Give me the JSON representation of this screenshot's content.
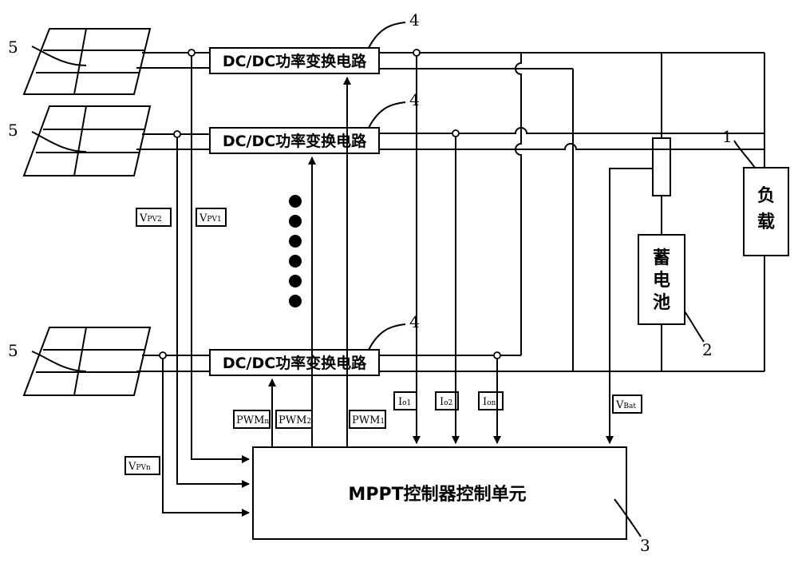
{
  "converters": [
    {
      "label": "DC/DC功率变换电路",
      "ref": "4"
    },
    {
      "label": "DC/DC功率变换电路",
      "ref": "4"
    },
    {
      "label": "DC/DC功率变换电路",
      "ref": "4"
    }
  ],
  "panels": [
    {
      "ref": "5"
    },
    {
      "ref": "5"
    },
    {
      "ref": "5"
    }
  ],
  "controller": {
    "label": "MPPT控制器控制单元",
    "ref": "3"
  },
  "battery": {
    "chars": [
      "蓄",
      "电",
      "池"
    ],
    "ref": "2"
  },
  "load": {
    "chars": [
      "负",
      "载"
    ],
    "ref": "1"
  },
  "signals": {
    "vpv1": {
      "main": "V",
      "sub": "PV1"
    },
    "vpv2": {
      "main": "V",
      "sub": "PV2"
    },
    "vpvn": {
      "main": "V",
      "sub": "PVn"
    },
    "pwm1": {
      "main": "PWM",
      "sub": "1"
    },
    "pwm2": {
      "main": "PWM",
      "sub": "2"
    },
    "pwmn": {
      "main": "PWM",
      "sub": "n"
    },
    "io1": {
      "main": "I",
      "sub": "o1"
    },
    "io2": {
      "main": "I",
      "sub": "o2"
    },
    "ion": {
      "main": "I",
      "sub": "on"
    },
    "vbat": {
      "main": "V",
      "sub": "Bat"
    }
  }
}
